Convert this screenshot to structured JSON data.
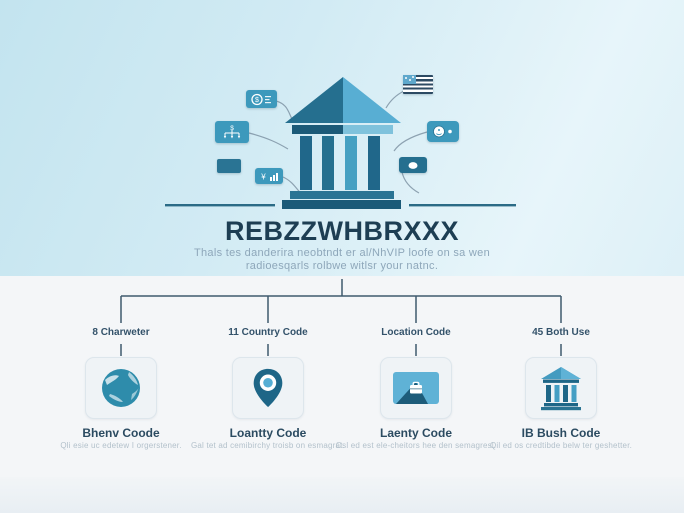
{
  "hero": {
    "title": "REBZZWHBRXXX",
    "subtitle_line1": "Thals tes danderira neobtndt er al/NhVIP loofe on sa wen",
    "subtitle_line2": "radioesqarls rolbwe witlsr your natnc.",
    "illustration": "bank-building",
    "badges": [
      {
        "icon": "dollar-coin-badge"
      },
      {
        "icon": "flow-diagram-badge"
      },
      {
        "icon": "blank-badge"
      },
      {
        "icon": "yen-chart-badge"
      },
      {
        "icon": "us-flag"
      },
      {
        "icon": "coin-dot-badge"
      },
      {
        "icon": "speech-dot-badge"
      }
    ]
  },
  "sections": [
    {
      "top_label": "8 Charweter",
      "icon": "globe-icon",
      "heading": "Bhenv Coode",
      "description": "Qli esie uc edetew I orgerstener."
    },
    {
      "top_label": "11 Country Code",
      "icon": "location-pin-icon",
      "heading": "Loantty Code",
      "description": "Gal tet ad cemibirchy troisb on esmagrat."
    },
    {
      "top_label": "Location Code",
      "icon": "envelope-briefcase-icon",
      "heading": "Laenty Code",
      "description": "Osl ed est ele-cheitors hee den semagresl."
    },
    {
      "top_label": "45 Both Use",
      "icon": "bank-icon",
      "heading": "IB Bush Code",
      "description": "Qil ed os credtibde belw ter geshetter."
    }
  ],
  "colors": {
    "band_bg": "#cfeaf3",
    "dark_teal": "#1b5a78",
    "mid_teal": "#2a7494",
    "light_blue": "#58aed3",
    "badge_teal": "#3d99bc",
    "title_text": "#1d3e53",
    "subtitle_text": "#8ea7ba",
    "tree_line": "#3e5a6e",
    "heading_text": "#2b4b61",
    "desc_text": "#b3c1cb",
    "card_bg": "#eff3f6"
  }
}
